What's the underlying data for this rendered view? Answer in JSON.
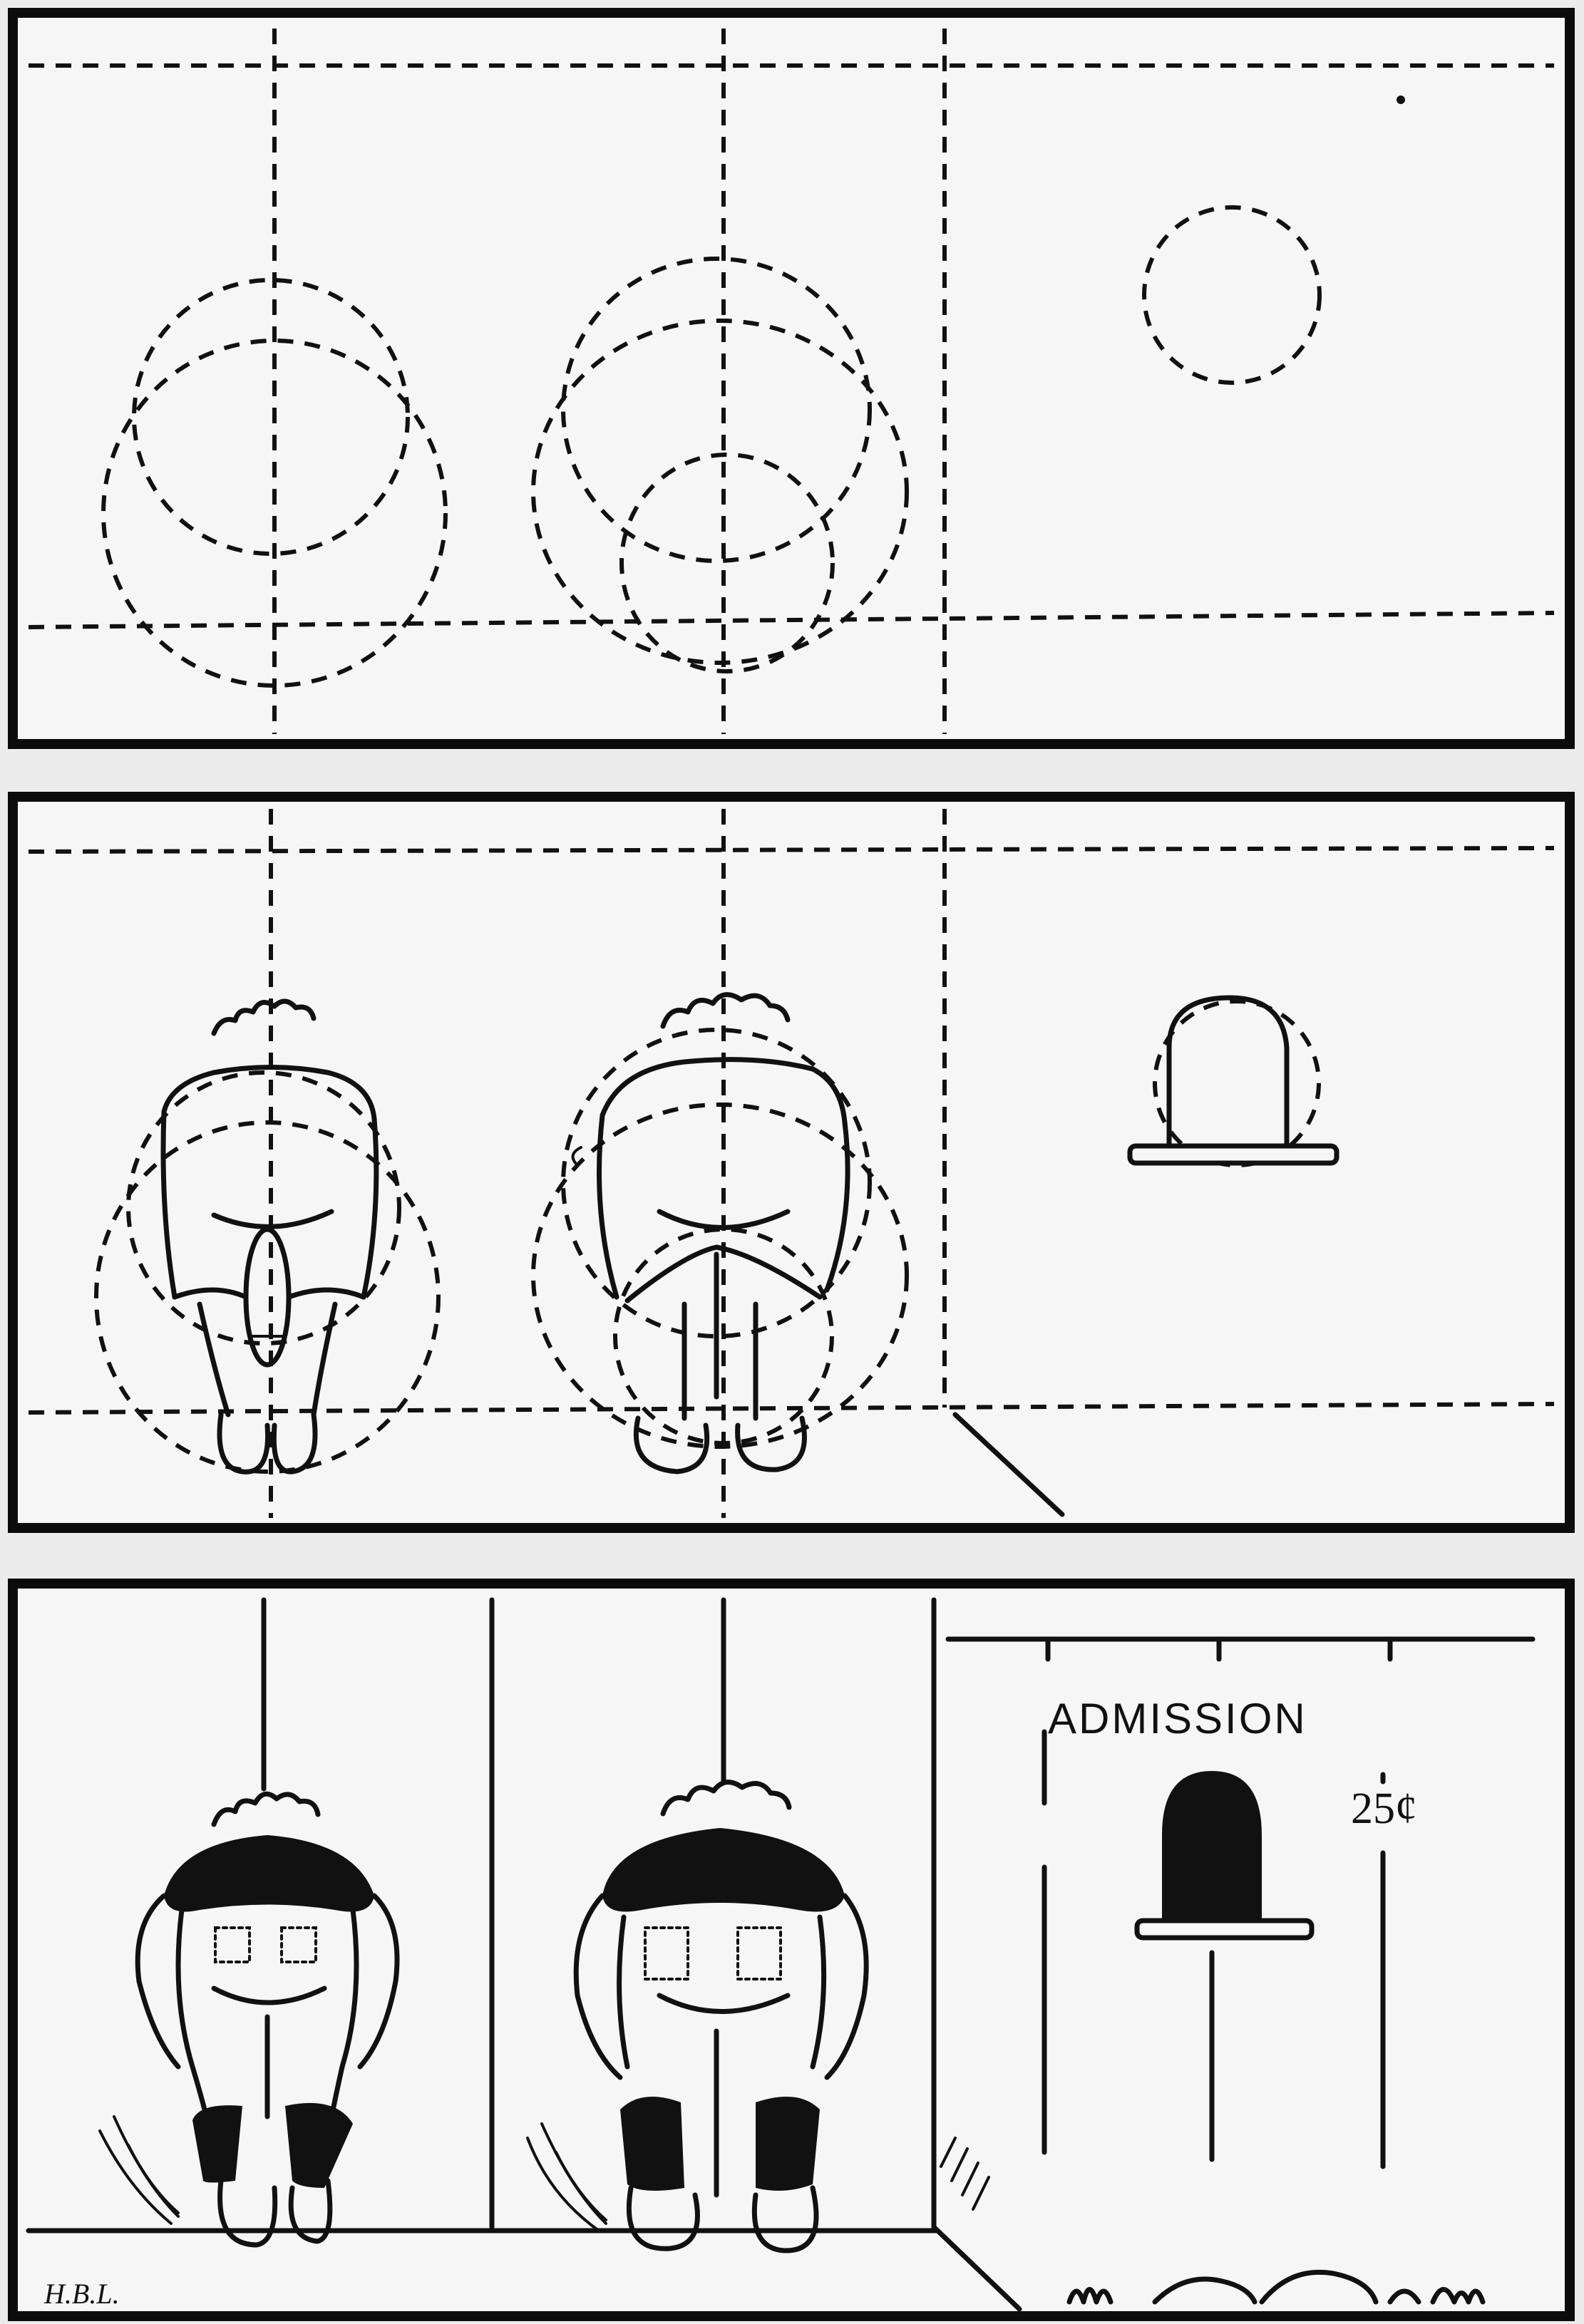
{
  "comic": {
    "panels": [
      {
        "name": "panel-1-guidelines"
      },
      {
        "name": "panel-2-figures-sketched"
      },
      {
        "name": "panel-3-finished-scene"
      }
    ],
    "sign": {
      "admission_text": "ADMISSION",
      "price_text": "25¢"
    },
    "signature": "H.B.L."
  },
  "colors": {
    "ink": "#111111",
    "paper": "#f6f6f6",
    "background": "#ececec"
  }
}
